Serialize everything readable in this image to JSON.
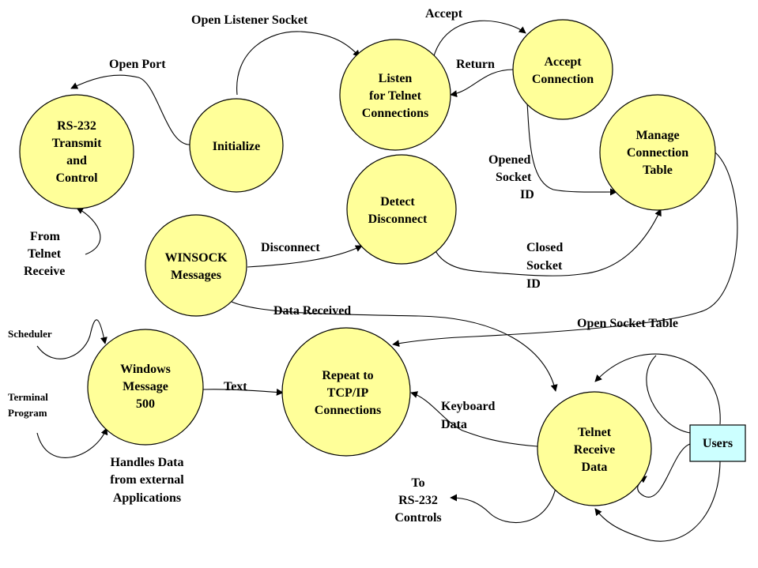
{
  "nodes": {
    "rs232": [
      "RS-232",
      "Transmit",
      "and",
      "Control"
    ],
    "initialize": [
      "Initialize"
    ],
    "listen": [
      "Listen",
      "for Telnet",
      "Connections"
    ],
    "accept": [
      "Accept",
      "Connection"
    ],
    "manage": [
      "Manage",
      "Connection",
      "Table"
    ],
    "detect": [
      "Detect",
      "Disconnect"
    ],
    "winsock": [
      "WINSOCK",
      "Messages"
    ],
    "windows_msg": [
      "Windows",
      "Message",
      "500"
    ],
    "repeat": [
      "Repeat to",
      "TCP/IP",
      "Connections"
    ],
    "telnet_receive": [
      "Telnet",
      "Receive",
      "Data"
    ],
    "users": "Users"
  },
  "labels": {
    "open_listener_socket": "Open Listener Socket",
    "accept": "Accept",
    "return": "Return",
    "open_port": "Open Port",
    "opened_socket_id": [
      "Opened",
      "Socket",
      "ID"
    ],
    "disconnect": "Disconnect",
    "closed_socket_id": [
      "Closed",
      "Socket",
      "ID"
    ],
    "from_telnet_receive": [
      "From",
      "Telnet",
      "Receive"
    ],
    "data_received": "Data Received",
    "open_socket_table": "Open Socket Table",
    "scheduler": "Scheduler",
    "terminal_program": [
      "Terminal",
      "Program"
    ],
    "text": "Text",
    "keyboard_data": [
      "Keyboard",
      "Data"
    ],
    "handles_data": [
      "Handles Data",
      "from external",
      "Applications"
    ],
    "to_rs232": [
      "To",
      "RS-232",
      "Controls"
    ]
  }
}
